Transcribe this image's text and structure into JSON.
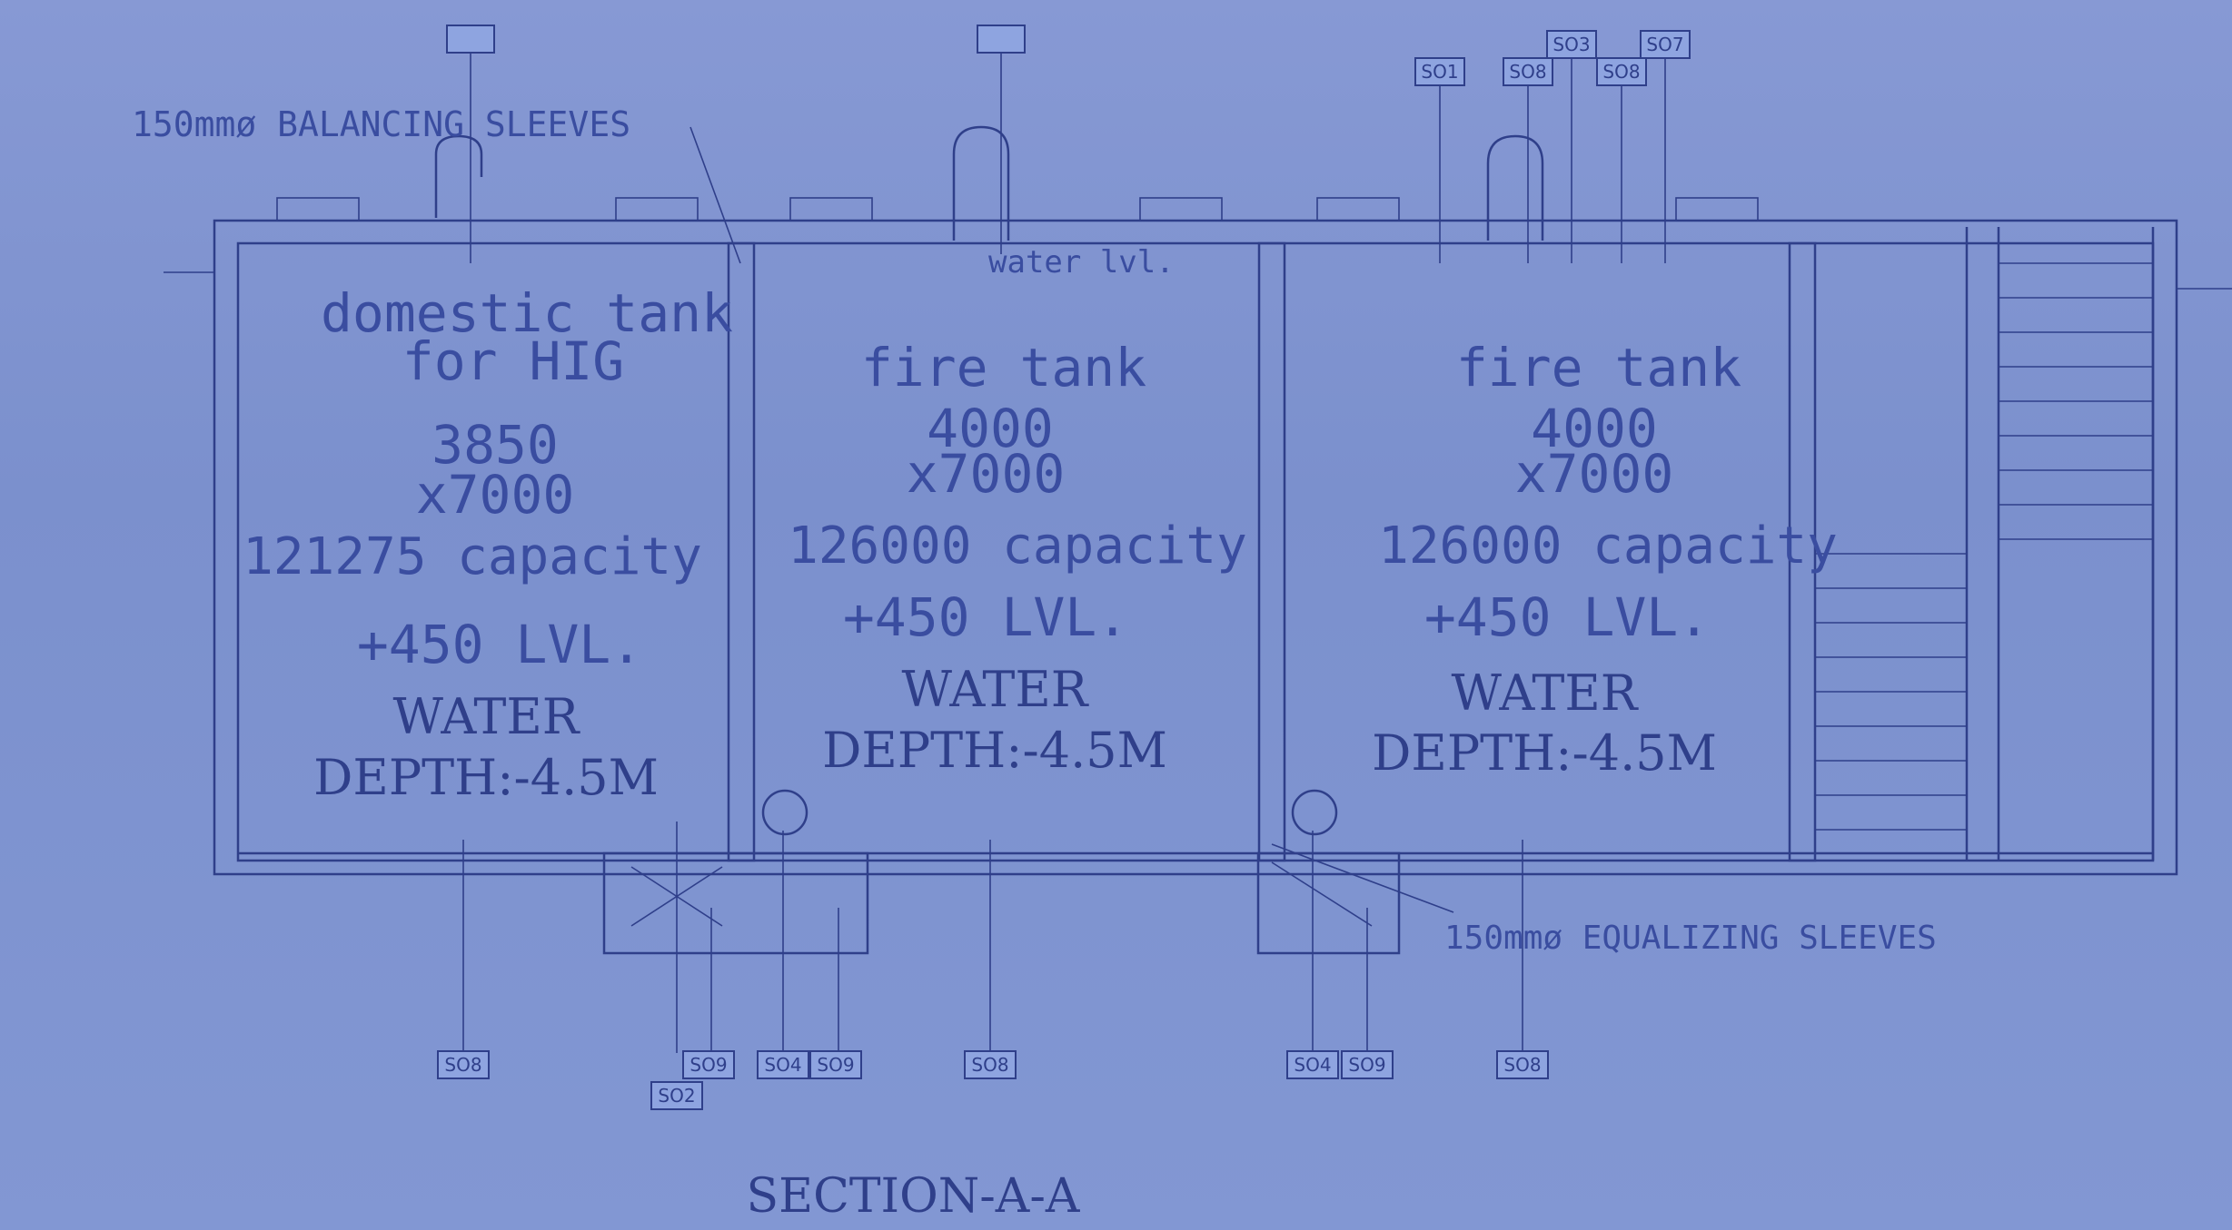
{
  "labels": {
    "balancing_sleeves": "150mmø BALANCING SLEEVES",
    "equalizing_sleeves": "150mmø EQUALIZING SLEEVES",
    "water_level": "water lvl.",
    "section_title": "SECTION-A-A"
  },
  "tanks": [
    {
      "name_line1": "domestic tank",
      "name_line2": "for HIG",
      "width": "3850",
      "length": "x7000",
      "capacity": "121275 capacity",
      "level": "+450 LVL.",
      "water": "WATER",
      "depth": "DEPTH:-4.5M"
    },
    {
      "name_line1": "fire tank",
      "name_line2": "",
      "width": "4000",
      "length": "x7000",
      "capacity": "126000 capacity",
      "level": "+450 LVL.",
      "water": "WATER",
      "depth": "DEPTH:-4.5M"
    },
    {
      "name_line1": "fire tank",
      "name_line2": "",
      "width": "4000",
      "length": "x7000",
      "capacity": "126000 capacity",
      "level": "+450 LVL.",
      "water": "WATER",
      "depth": "DEPTH:-4.5M"
    }
  ],
  "tags": {
    "top": [
      "SO1",
      "SO8",
      "SO3",
      "SO8",
      "SO7"
    ],
    "bottom": [
      "SO8",
      "SO9",
      "SO2",
      "SO4",
      "SO9",
      "SO8",
      "SO4",
      "SO9",
      "SO8"
    ]
  },
  "colors": {
    "paper": "#7e92cf",
    "ink": "#2f3f8a"
  }
}
